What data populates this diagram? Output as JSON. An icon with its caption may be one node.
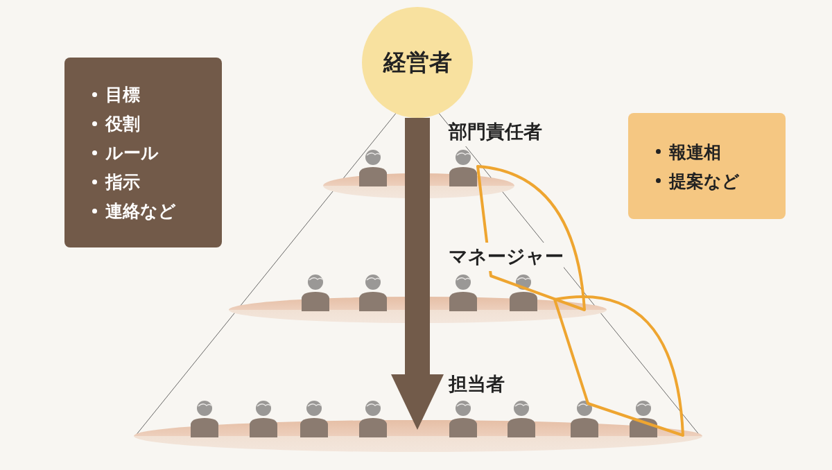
{
  "diagram": {
    "nodes": [
      {
        "text": [
          "経営者"
        ]
      },
      {
        "text": [
          "目標",
          "役割",
          "ルール",
          "指示",
          "連絡など"
        ]
      },
      {
        "text": [
          "報連相",
          "提案など"
        ]
      },
      {
        "text": [],
        "shape": "ellipse"
      }
    ],
    "edges": [
      {
        "from": 0,
        "to": 3,
        "arrow": "to"
      }
    ],
    "labels": [
      "部門責任者",
      "マネージャー",
      "担当者"
    ]
  }
}
